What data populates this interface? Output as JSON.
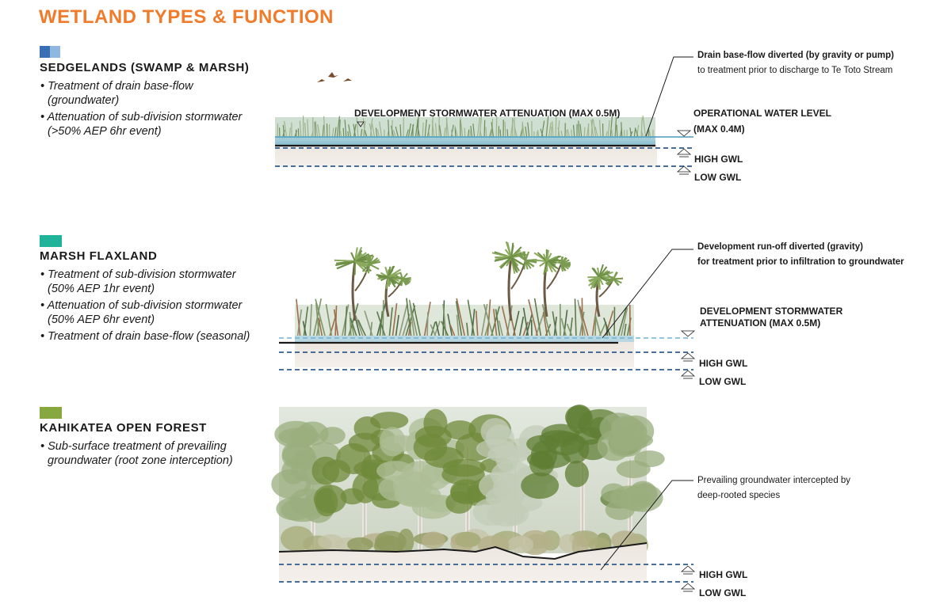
{
  "title": "WETLAND TYPES & FUNCTION",
  "colors": {
    "title": "#ef7b2b",
    "sedge_dark": "#3a6fb5",
    "sedge_light": "#8fb8e0",
    "marsh": "#1fb39a",
    "forest": "#86a83f",
    "dash_dark": "#2f5b8f",
    "dash_light": "#6fb3d6"
  },
  "sections": [
    {
      "heading": "SEDGELANDS (SWAMP & MARSH)",
      "swatch_icon": "blue-squares-icon",
      "bullets": [
        "• Treatment of drain base-flow (groundwater)",
        "• Attenuation of sub-division stormwater (>50% AEP 6hr event)"
      ],
      "attenuation_label": "DEVELOPMENT STORMWATER ATTENUATION (MAX 0.5M)",
      "callout_line1": "Drain base-flow diverted (by gravity or pump)",
      "callout_line2": "to treatment prior to discharge to Te Toto Stream",
      "level_label_1": "OPERATIONAL WATER LEVEL",
      "level_label_2": "(MAX 0.4M)",
      "high_gwl": "HIGH GWL",
      "low_gwl": "LOW GWL"
    },
    {
      "heading": "MARSH FLAXLAND",
      "swatch_icon": "teal-square-icon",
      "bullets": [
        "• Treatment of sub-division stormwater (50% AEP 1hr event)",
        "• Attenuation of sub-division stormwater (50% AEP 6hr event)",
        "• Treatment of drain base-flow (seasonal)"
      ],
      "callout_line1": "Development run-off  diverted (gravity)",
      "callout_line2": "for treatment prior to infiltration to groundwater",
      "level_label_1": "DEVELOPMENT STORMWATER",
      "level_label_2": "ATTENUATION (MAX 0.5M)",
      "high_gwl": "HIGH GWL",
      "low_gwl": "LOW GWL"
    },
    {
      "heading": "KAHIKATEA OPEN FOREST",
      "swatch_icon": "green-square-icon",
      "bullets": [
        "• Sub-surface treatment of prevailing groundwater (root zone interception)"
      ],
      "callout_line1": "Prevailing groundwater intercepted by",
      "callout_line2": "deep-rooted species",
      "high_gwl": "HIGH GWL",
      "low_gwl": "LOW GWL"
    }
  ]
}
